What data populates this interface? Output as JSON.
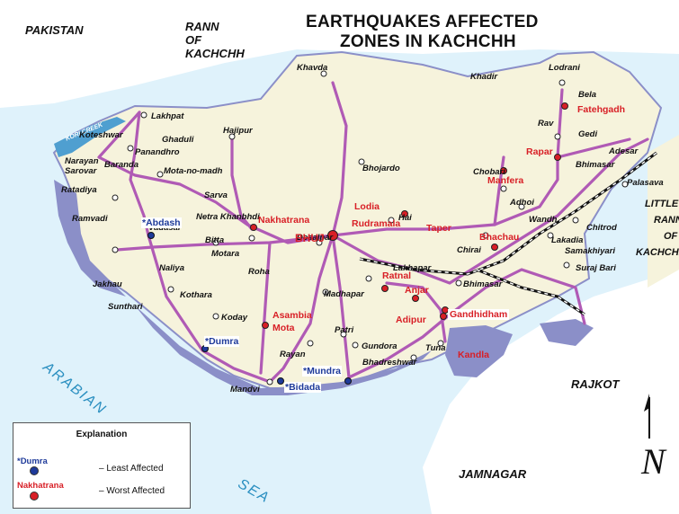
{
  "title_lines": [
    "EARTHQUAKES AFFECTED",
    "ZONES IN KACHCHH"
  ],
  "regions": {
    "pakistan": "PAKISTAN",
    "rann_lines": [
      "RANN",
      "OF",
      "KACHCHH"
    ],
    "little_rann_lines": [
      "LITTLE",
      "RANN",
      "OF",
      "KACHCHH"
    ],
    "rajkot": "RAJKOT",
    "jamnagar": "JAMNAGAR",
    "arabian": "ARABIAN",
    "sea": "SEA",
    "kori_creek": "KORI CREEK"
  },
  "places": {
    "khavda": "Khavda",
    "khadir": "Khadir",
    "lodrani": "Lodrani",
    "bela": "Bela",
    "lakhpat": "Lakhpat",
    "koteshwar": "Koteshwar",
    "ghaduli": "Ghaduli",
    "panandhro": "Panandhro",
    "narayan": "Narayan",
    "sarovar": "Sarovar",
    "baranda": "Baranda",
    "mota_no_madh": "Mota-no-madh",
    "hajipur": "Hajipur",
    "rav": "Rav",
    "gedi": "Gedi",
    "adesar": "Adesar",
    "bhimasar1": "Bhimasar",
    "palasava": "Palasava",
    "chobari": "Chobari",
    "adhoi": "Adhoi",
    "wandh": "Wandh",
    "chitrod": "Chitrod",
    "samakhiyari": "Samakhiyari",
    "lakadia": "Lakadia",
    "suraj_bari": "Suraj Bari",
    "chirai": "Chirai",
    "ratadiya": "Ratadiya",
    "ramvadi": "Ramvadi",
    "vadasar": "Vadasar",
    "sarva": "Sarva",
    "netra_khanbhdi": "Netra Khanbhdi",
    "bhojardo": "Bhojardo",
    "hai": "Hai",
    "desalpar": "Desalpar",
    "bitta": "Bitta",
    "motara": "Motara",
    "roha": "Roha",
    "naliya": "Naliya",
    "jakhau": "Jakhau",
    "kothara": "Kothara",
    "sunthari": "Sunthari",
    "koday": "Koday",
    "rayan": "Rayan",
    "mandvi": "Mandvi",
    "madhapar": "Madhapar",
    "lakhapar": "Lakhapar",
    "bhimasar2": "Bhimasar",
    "patri": "Patri",
    "gundora": "Gundora",
    "bhadreshwar": "Bhadreshwar",
    "tuna": "Tuna"
  },
  "worst_affected": {
    "fatehgadh": "Fatehgadh",
    "rapar": "Rapar",
    "manfera": "Manfera",
    "nakhatrana": "Nakhatrana",
    "lodia": "Lodia",
    "rudramala": "Rudramala",
    "bhuj": "BHUJ",
    "taper": "Taper",
    "bhachau": "Bhachau",
    "ratnal": "Ratnal",
    "anjar": "Anjar",
    "asambia_mota_lines": [
      "Asambia",
      "Mota"
    ],
    "adipur": "Adipur",
    "gandhidham": "Gandhidham",
    "kandla": "Kandla"
  },
  "least_affected": {
    "abdash": "*Abdash",
    "dumra": "*Dumra",
    "mundra": "*Mundra",
    "bidada": "*Bidada"
  },
  "legend": {
    "heading": "Explanation",
    "least_sample": "*Dumra",
    "least_text": "– Least Affected",
    "worst_sample": "Nakhatrana",
    "worst_text": "– Worst Affected"
  },
  "north_letter": "N",
  "colors": {
    "land": "#f6f3dc",
    "coast": "#8b8fc8",
    "water": "#dff2fb",
    "road": "#b05ab5",
    "worst": "#d81f26",
    "least": "#1e3a9a",
    "sea_text": "#2a8fc0"
  }
}
